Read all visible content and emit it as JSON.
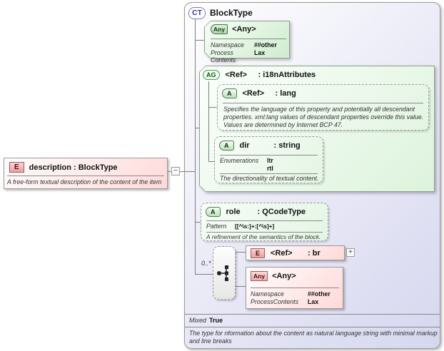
{
  "complex_type": {
    "badge": "CT",
    "title": "BlockType",
    "mixed_label": "Mixed",
    "mixed_value": "True",
    "description": "The type for nformation about the content as natural language string with minimal markup and line breaks",
    "collapse_glyph": "−"
  },
  "element_description": {
    "badge": "E",
    "title": "description : BlockType",
    "description": "A free-form textual description of the content of the item"
  },
  "any_top": {
    "badge": "Any",
    "title": "<Any>",
    "rows": [
      {
        "label": "Namespace",
        "value": "##other"
      },
      {
        "label": "Process Contents",
        "value": "Lax"
      }
    ]
  },
  "i18n_group": {
    "badge": "AG",
    "name": "<Ref>",
    "type": ": i18nAttributes"
  },
  "attr_lang": {
    "badge": "A",
    "name": "<Ref>",
    "type": ": lang",
    "description": "Specifies the language of this property and potentially all descendant properties. xml:lang values of descendant properties override this value. Values are determined by Internet BCP 47."
  },
  "attr_dir": {
    "badge": "A",
    "name": "dir",
    "type": ": string",
    "enum_label": "Enumerations",
    "enum_values": [
      "ltr",
      "rtl"
    ],
    "description": "The directionality of textual content."
  },
  "attr_role": {
    "badge": "A",
    "name": "role",
    "type": ": QCodeType",
    "pattern_label": "Pattern",
    "pattern_value": "[[^\\s:]+:[^\\s]+]",
    "description": "A refinement of the semantics of the block."
  },
  "choice_group": {
    "cardinality": "0..*"
  },
  "element_br": {
    "badge": "E",
    "name": "<Ref>",
    "type": ": br",
    "expand_glyph": "+"
  },
  "any_bottom": {
    "badge": "Any",
    "title": "<Any>",
    "rows": [
      {
        "label": "Namespace",
        "value": "##other"
      },
      {
        "label": "ProcessContents",
        "value": "Lax"
      }
    ]
  },
  "colors": {
    "complex_type_fill": "#d6d6ef",
    "attribute_fill": "#dcf3dc",
    "element_fill": "#ffdcdc",
    "connector": "#7f7f7f"
  }
}
